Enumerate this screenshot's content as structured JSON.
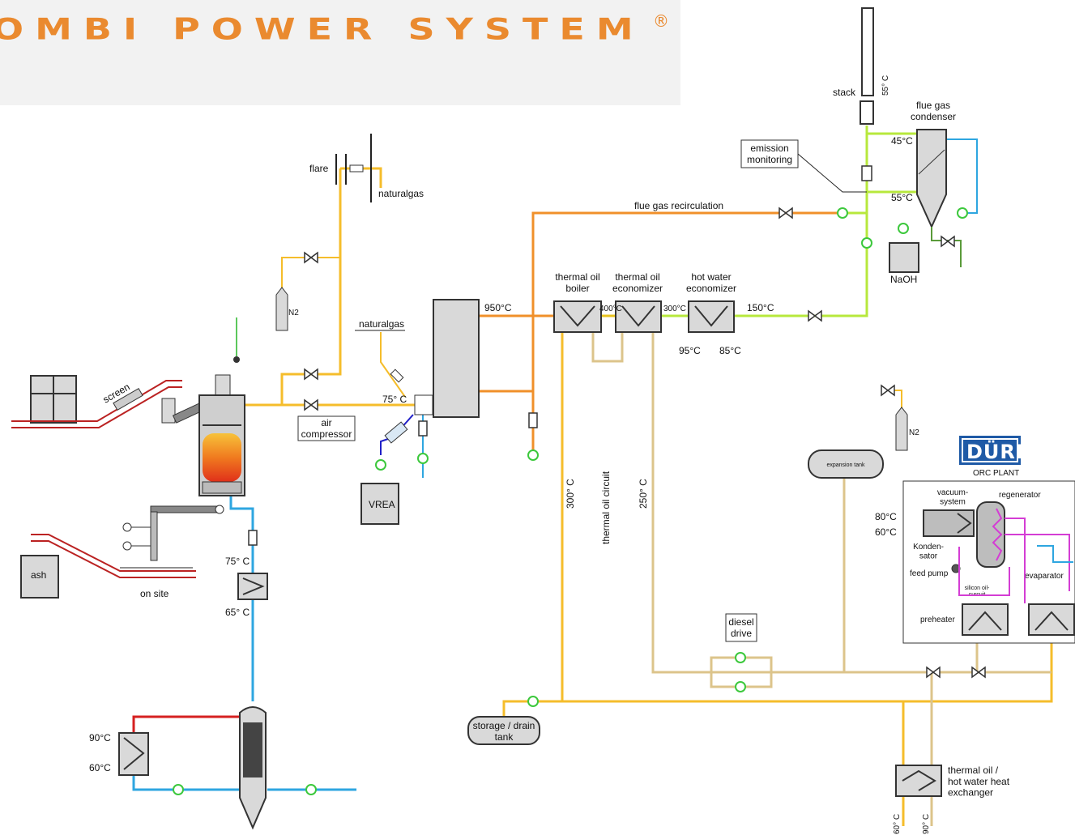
{
  "brand": {
    "title": "OMBI POWER SYSTEM",
    "registered": "®",
    "color": "#ea8a2f"
  },
  "colors": {
    "orange": "#f0902a",
    "yellow": "#f5bd2b",
    "lime": "#b7e83c",
    "blue": "#2ea6e0",
    "tan": "#dcc48b",
    "red": "#d62020",
    "magenta": "#d43dd4",
    "gray": "#c9c9c9"
  },
  "labels": {
    "flare": "flare",
    "naturalgas_top": "naturalgas",
    "n2_left": "N2",
    "naturalgas_mid": "naturalgas",
    "t75_feed": "75° C",
    "air_compressor": "air\ncompressor",
    "vrea": "VREA",
    "screen": "screen",
    "ash": "ash",
    "on_site": "on site",
    "t75_water": "75° C",
    "t65_water": "65° C",
    "t90_cooler": "90°C",
    "t60_cooler": "60°C",
    "t950": "950°C",
    "thermal_oil_boiler": "thermal oil\nboiler",
    "thermal_oil_economizer": "thermal oil\neconomizer",
    "hot_water_economizer": "hot water\neconomizer",
    "t400": "400°C",
    "t300_gas": "300°C",
    "t150": "150°C",
    "t95": "95°C",
    "t85": "85°C",
    "flue_gas_recirculation": "flue gas recirculation",
    "emission_monitoring": "emission\nmonitoring",
    "stack": "stack",
    "t55_stack": "55° C",
    "flue_gas_condenser": "flue gas\ncondenser",
    "t45": "45°C",
    "t55": "55°C",
    "naoh": "NaOH",
    "t300_oil": "300° C",
    "thermal_oil_circuit": "thermal oil circuit",
    "t250_oil": "250° C",
    "n2_right": "N2",
    "expansion_tank": "expansion tank",
    "durr": "DÜRR",
    "orc_plant": "ORC PLANT",
    "vacuum_system": "vacuum-\nsystem",
    "regenerator": "regenerator",
    "t80_orc": "80°C",
    "t60_orc": "60°C",
    "kondensator": "Konden-\nsator",
    "feed_pump": "feed pump",
    "silicon_oil_circuit": "silicon oil-\ncurcuit",
    "evaparator": "evaparator",
    "preheater": "preheater",
    "diesel_drive": "diesel\ndrive",
    "storage_drain_tank": "storage / drain\ntank",
    "heat_exchanger": "thermal oil /\nhot water heat\nexchanger",
    "t60_bottom": "60° C",
    "t90_bottom": "90° C"
  }
}
